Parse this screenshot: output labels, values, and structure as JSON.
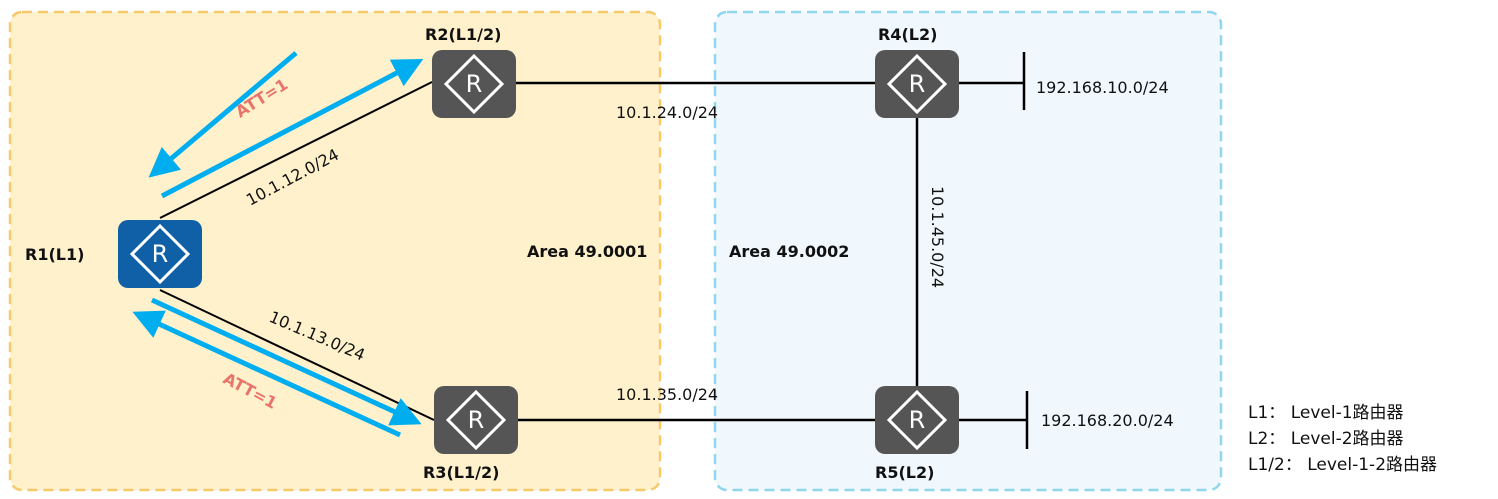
{
  "areas": [
    {
      "id": "area1",
      "label": "Area 49.0001",
      "fill": "#fff1cc",
      "border": "#f6c96a"
    },
    {
      "id": "area2",
      "label": "Area 49.0002",
      "fill": "#f0f8fd",
      "border": "#8fd6f0"
    }
  ],
  "routers": [
    {
      "id": "R1",
      "label": "R1(L1)",
      "color": "#1060a8"
    },
    {
      "id": "R2",
      "label": "R2(L1/2)",
      "color": "#555555"
    },
    {
      "id": "R3",
      "label": "R3(L1/2)",
      "color": "#555555"
    },
    {
      "id": "R4",
      "label": "R4(L2)",
      "color": "#555555"
    },
    {
      "id": "R5",
      "label": "R5(L2)",
      "color": "#555555"
    }
  ],
  "router_glyph": "R",
  "links": [
    {
      "from": "R1",
      "to": "R2",
      "subnet": "10.1.12.0/24"
    },
    {
      "from": "R1",
      "to": "R3",
      "subnet": "10.1.13.0/24"
    },
    {
      "from": "R2",
      "to": "R4",
      "subnet": "10.1.24.0/24"
    },
    {
      "from": "R3",
      "to": "R5",
      "subnet": "10.1.35.0/24"
    },
    {
      "from": "R4",
      "to": "R5",
      "subnet": "10.1.45.0/24"
    }
  ],
  "stub_networks": [
    {
      "router": "R4",
      "subnet": "192.168.10.0/24"
    },
    {
      "router": "R5",
      "subnet": "192.168.20.0/24"
    }
  ],
  "att_labels": [
    "ATT=1",
    "ATT=1"
  ],
  "colors": {
    "arrow": "#00aeef",
    "att_text": "#e8736a",
    "line": "#000000"
  },
  "legend": [
    "L1： Level-1路由器",
    "L2： Level-2路由器",
    "L1/2： Level-1-2路由器"
  ]
}
